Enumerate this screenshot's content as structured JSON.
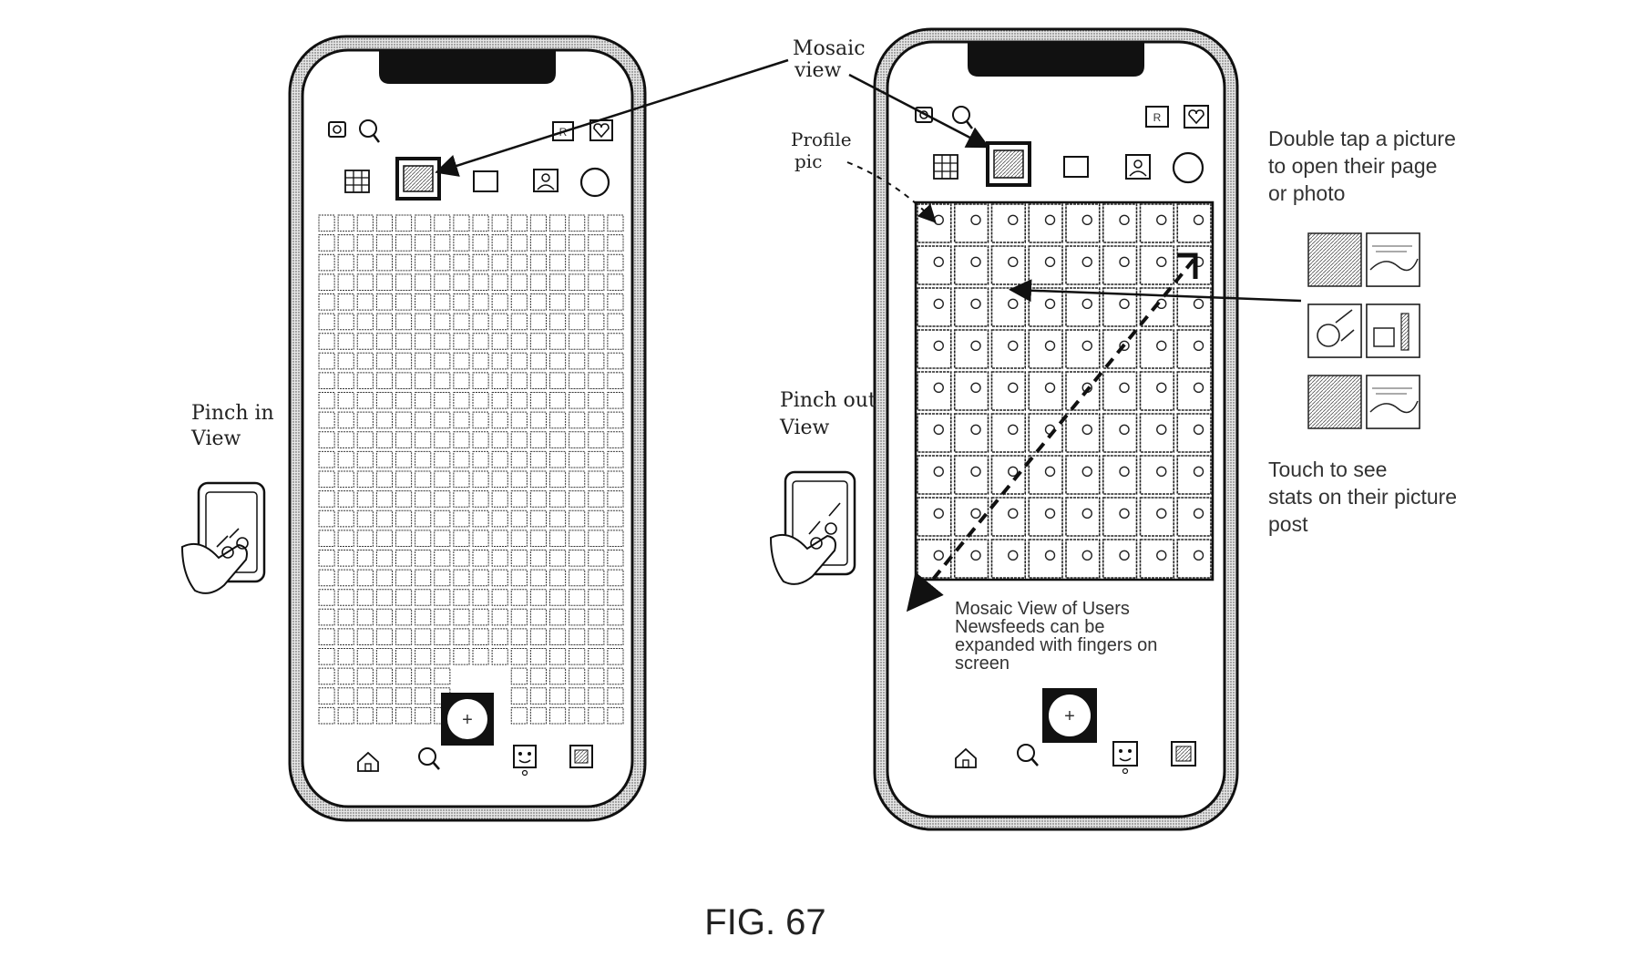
{
  "figure_label": "FIG. 67",
  "annotations": {
    "mosaic_view": [
      "Mosaic",
      "view"
    ],
    "profile_pic": [
      "Profile",
      "pic"
    ],
    "pinch_in": [
      "Pinch in",
      "View"
    ],
    "pinch_out": [
      "Pinch out",
      "View"
    ],
    "double_tap": [
      "Double tap a picture",
      "to open their page",
      "or photo"
    ],
    "touch_stats": [
      "Touch to see",
      "stats on their picture",
      "post"
    ],
    "mosaic_expand": [
      "Mosaic View of Users",
      "Newsfeeds can be",
      "expanded with fingers on",
      "screen"
    ]
  },
  "left_phone": {
    "grid_cols": 16,
    "grid_rows": 26,
    "top_icons": [
      "camera-icon",
      "search-person-icon",
      "r-badge-icon",
      "heart-icon"
    ],
    "view_modes": [
      "grid-view-icon",
      "mosaic-view-icon",
      "single-view-icon",
      "profile-view-icon",
      "circle-view-icon"
    ],
    "selected_view": "mosaic-view-icon",
    "fab_label": "+",
    "bottom_icons": [
      "home-icon",
      "search-icon",
      "face-icon",
      "gallery-icon"
    ]
  },
  "right_phone": {
    "grid_cols": 8,
    "grid_rows": 9,
    "top_icons": [
      "camera-icon",
      "search-person-icon",
      "r-badge-icon",
      "heart-icon"
    ],
    "view_modes": [
      "grid-view-icon",
      "mosaic-view-icon",
      "single-view-icon",
      "profile-view-icon",
      "circle-view-icon"
    ],
    "selected_view": "mosaic-view-icon",
    "fab_label": "+",
    "bottom_icons": [
      "home-icon",
      "search-icon",
      "face-icon",
      "gallery-icon"
    ]
  },
  "thumbnails": [
    "mosaic-photo-thumb",
    "landscape-thumb",
    "flower-thumb",
    "interior-thumb",
    "mosaic-photo-thumb",
    "landscape-thumb"
  ]
}
